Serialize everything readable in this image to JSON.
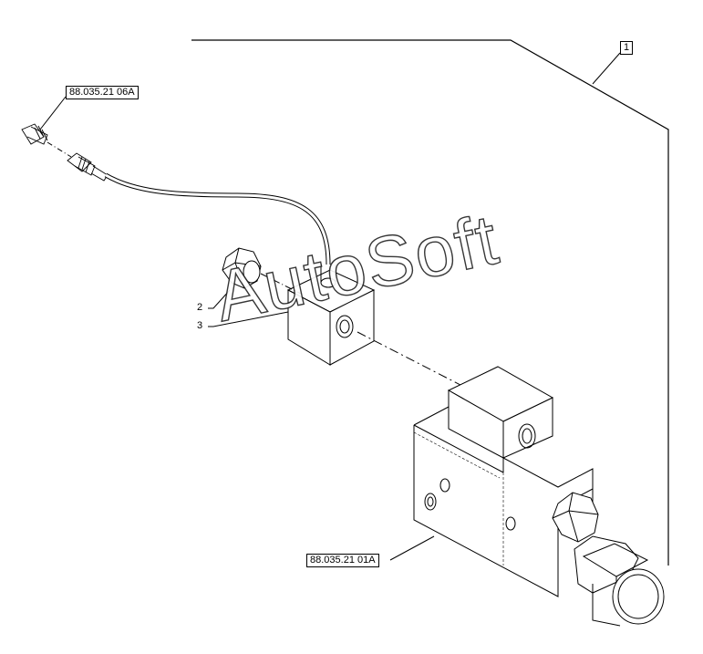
{
  "callouts": {
    "top_ref": "88.035.21 06A",
    "bottom_ref": "88.035.21 01A",
    "group": "1",
    "item_2": "2",
    "item_3": "3"
  },
  "watermark": "AutoSoft",
  "colors": {
    "line": "#000000",
    "background": "#ffffff"
  }
}
